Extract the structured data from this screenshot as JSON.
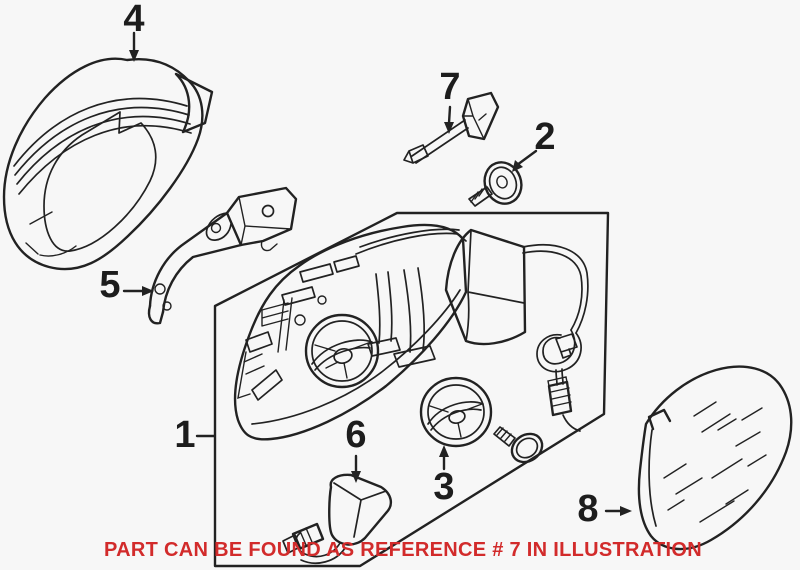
{
  "page": {
    "background": "#f7f7f7",
    "line_color": "#222222"
  },
  "caption": {
    "text": "PART CAN BE FOUND AS REFERENCE # 7 IN ILLUSTRATION",
    "color": "#d22b2b"
  },
  "labels": {
    "assembly": "1",
    "screw": "2",
    "motor": "3",
    "housing_cap": "4",
    "bracket": "5",
    "turn_signal": "6",
    "support": "7",
    "glass": "8"
  }
}
